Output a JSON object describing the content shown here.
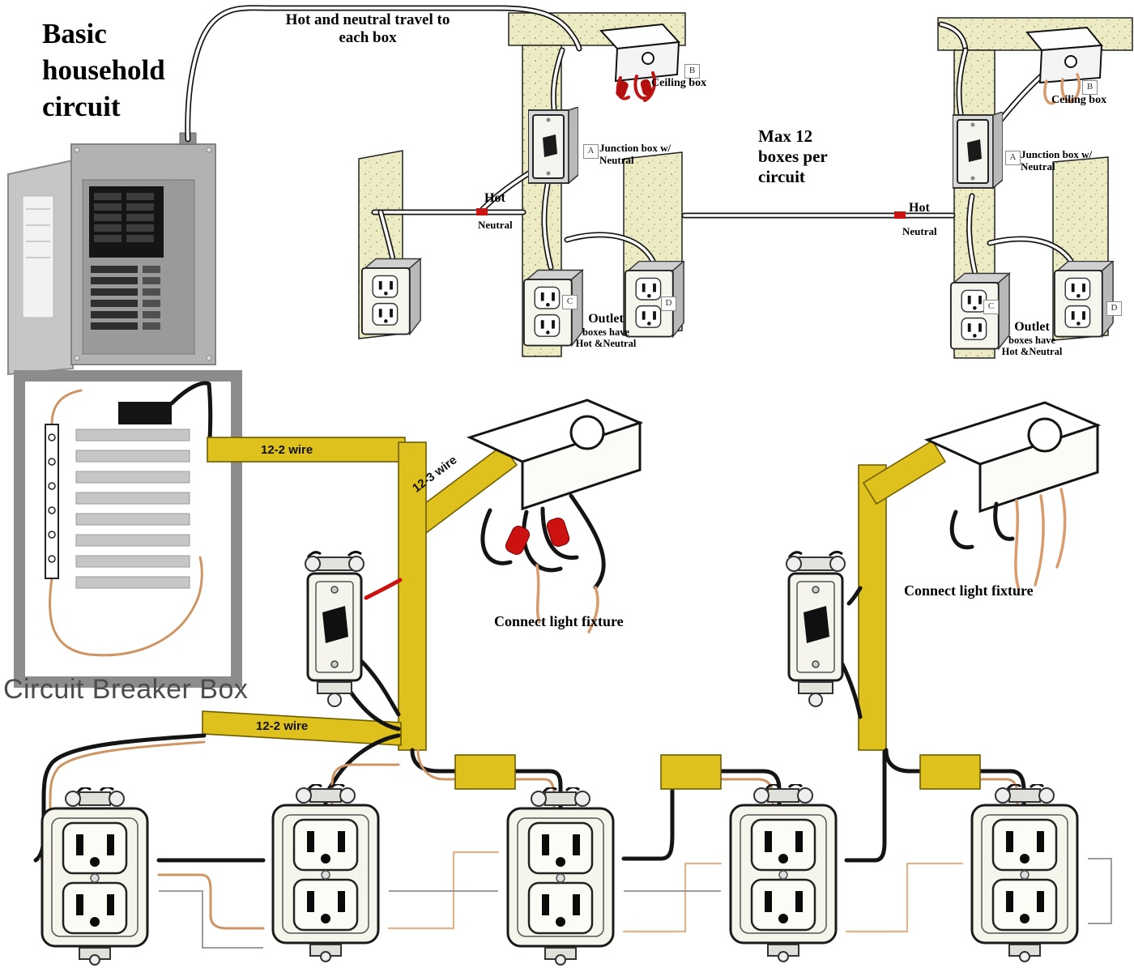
{
  "title": "Basic household circuit",
  "annotations": {
    "travel_note": "Hot and neutral travel to each box",
    "max_note": "Max 12 boxes per circuit",
    "connect_light": "Connect light fixture",
    "breaker_box_caption": "Circuit Breaker Box"
  },
  "wire_labels": {
    "w12_2": "12-2 wire",
    "w12_3": "12-3 wire"
  },
  "component_labels": {
    "ceiling_box": "Ceiling box",
    "junction_box": "Junction box w/ Neutral",
    "hot": "Hot",
    "neutral": "Neutral",
    "outlet_line1": "Outlet",
    "outlet_line2": "boxes have",
    "outlet_line3": "Hot &Neutral"
  },
  "markers": {
    "a": "A",
    "b": "B",
    "c": "C",
    "d": "D"
  },
  "colors": {
    "wire_yellow": "#dfc11e",
    "wire_copper": "#cf9464",
    "wire_red": "#cc1111",
    "wall_speckle": "#ecebc3",
    "panel_gray": "#b5b5b5",
    "caption_gray": "#4c4c4c"
  }
}
